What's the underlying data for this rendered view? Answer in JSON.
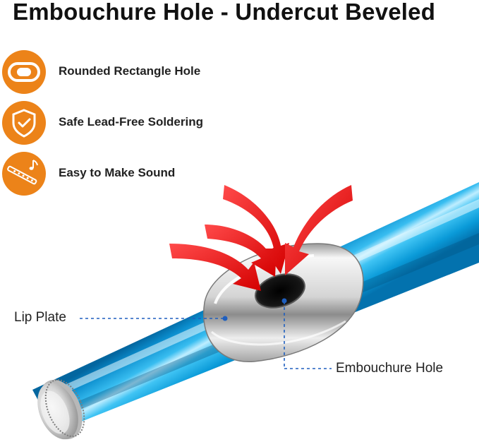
{
  "title": "Embouchure Hole - Undercut Beveled",
  "features": [
    {
      "label": "Rounded Rectangle Hole",
      "icon": "rounded-rectangle-hole-icon"
    },
    {
      "label": "Safe Lead-Free Soldering",
      "icon": "shield-check-icon"
    },
    {
      "label": "Easy to Make Sound",
      "icon": "flute-music-note-icon"
    }
  ],
  "callouts": {
    "lip_plate": "Lip Plate",
    "embouchure_hole": "Embouchure Hole"
  },
  "colors": {
    "accent_orange": "#ec8319",
    "flute_blue": "#0aa0dc",
    "arrow_red": "#ee1111",
    "leader_blue": "#1f5fbf",
    "silver": "#e2e2e2"
  }
}
